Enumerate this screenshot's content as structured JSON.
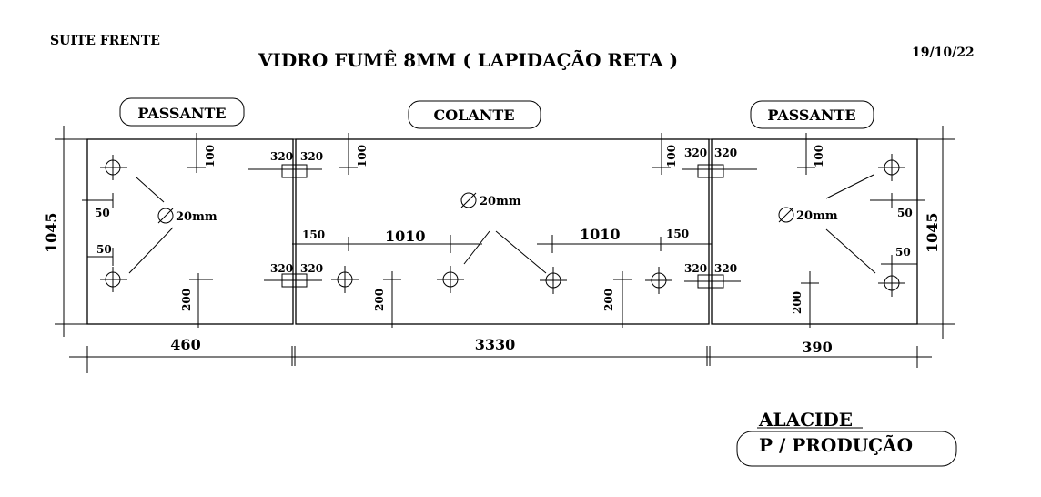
{
  "header": {
    "client": "SUITE FRENTE",
    "title": "VIDRO FUMÊ 8MM ( LAPIDAÇÃO RETA )",
    "date": "19/10/22"
  },
  "panels": {
    "left": {
      "label": "PASSANTE",
      "width": "460"
    },
    "center": {
      "label": "COLANTE",
      "width": "3330"
    },
    "right": {
      "label": "PASSANTE",
      "width": "390"
    }
  },
  "dimensions": {
    "height_left": "1045",
    "height_right": "1045",
    "hole_from_top": "100",
    "hole_from_bottom": "200",
    "hole_from_side": "50",
    "hinge_offset": "320",
    "center_edge": "150",
    "center_span": "1010",
    "hole_diameter": "20mm"
  },
  "footer": {
    "company": "ALACIDE",
    "note": "P / PRODUÇÃO"
  }
}
